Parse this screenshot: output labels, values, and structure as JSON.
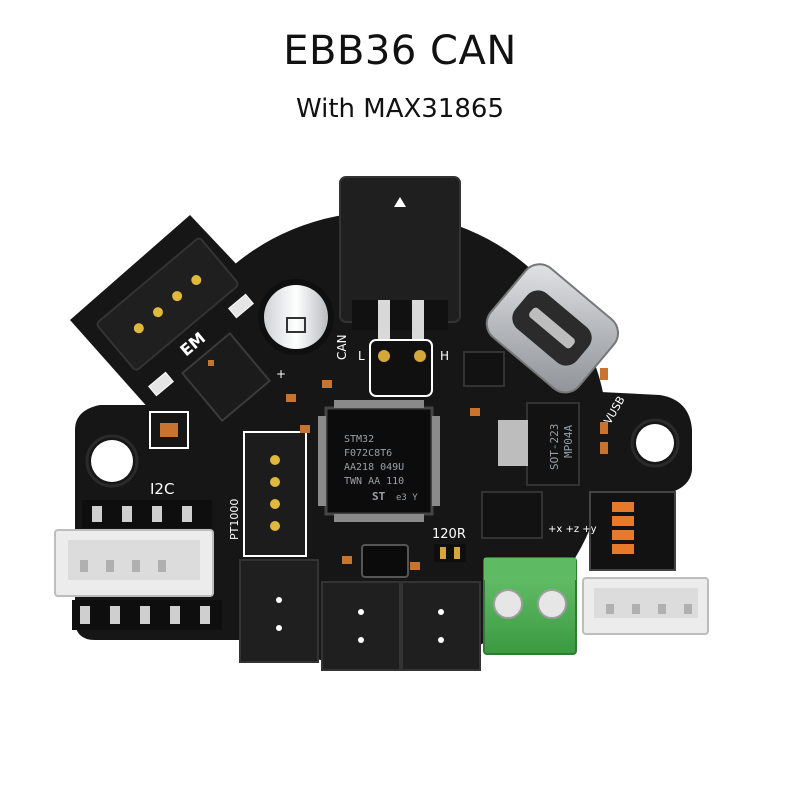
{
  "header": {
    "title": "EBB36 CAN",
    "subtitle": "With MAX31865"
  },
  "board": {
    "mcu_lines": [
      "STM32",
      "F072C8T6",
      "AA218 049U",
      "TWN AA 110"
    ],
    "mcu_logo": "ST",
    "mcu_mark": "e3 Y",
    "regulator_lines": [
      "SOT-223",
      "MP04A"
    ],
    "labels": {
      "i2c": "I2C",
      "pt1000": "PT1000",
      "can": "CAN",
      "vusb": "VUSB",
      "r120": "120R",
      "em": "EM",
      "plus": "+",
      "l": "L",
      "h": "H",
      "axes": "+x +z +y"
    },
    "colors": {
      "pcb": "#161616",
      "connector_black": "#1f1f1f",
      "connector_white": "#e8e8e8",
      "terminal_green": "#4caf50",
      "usb_silver": "#c7c9cc",
      "dip_orange": "#e8782a"
    }
  }
}
